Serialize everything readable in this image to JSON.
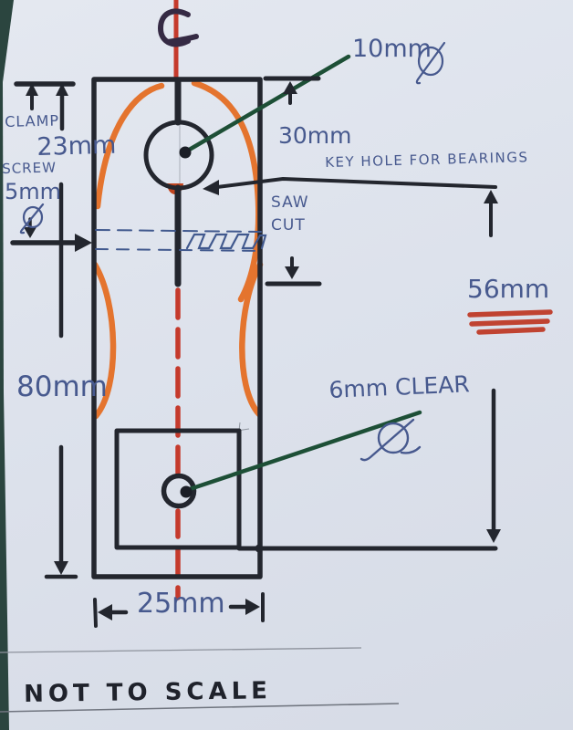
{
  "title": "Hand-drawn clamp bracket sketch",
  "labels": {
    "clamp": "CLAMP",
    "screw": "SCREW",
    "keyhole_note": "KEY HOLE FOR BEARINGS",
    "saw_line1": "SAW",
    "saw_line2": "CUT",
    "clear_note": "6mm CLEAR"
  },
  "dimensions": {
    "clamp_screw_dia": "5mm",
    "top_offset": "23mm",
    "bearing_hole_dia": "10mm",
    "keyhole_depth": "30mm",
    "hole_spacing": "56mm",
    "plate_length": "80mm",
    "plate_width": "25mm"
  },
  "footer": {
    "note": "NOT TO SCALE"
  },
  "icons": {
    "centerline_symbol": "centre-line-symbol",
    "diameter_symbols": [
      "diameter-symbol-5mm",
      "diameter-symbol-10mm",
      "diameter-symbol-6mm"
    ]
  },
  "colors": {
    "background": "#2b453f",
    "paper": "#dde2ec",
    "marker_black": "#23262e",
    "ink_blue": "#47598e",
    "highlight_orange": "#e4742e",
    "centerline_red": "#c53a2c",
    "leader_green": "#1d4f36",
    "underline_red": "#c04331"
  }
}
